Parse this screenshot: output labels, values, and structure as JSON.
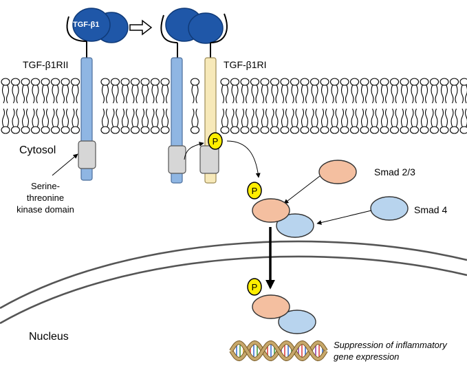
{
  "labels": {
    "ligand": "TGF-β1",
    "receptor_ii": "TGF-β1RII",
    "receptor_i": "TGF-β1RI",
    "cytosol": "Cytosol",
    "kinase_domain": "Serine-threonine kinase domain",
    "smad23": "Smad 2/3",
    "smad4": "Smad 4",
    "nucleus": "Nucleus",
    "outcome": "Suppression of inflammatory gene expression",
    "phospho": "P"
  },
  "colors": {
    "ligand": "#1f57a8",
    "receptor_ii": "#8fb6e3",
    "receptor_i": "#f7e9b9",
    "kinase": "#d6d6d6",
    "smad23": "#f4bfa0",
    "smad4": "#b8d4ee",
    "phospho": "#ffee00",
    "dna_strand": "#c7a86b"
  },
  "icons": {
    "ligand_binding_arrow": "open-arrow-right-icon",
    "phospho_marker": "phosphate-circle-icon",
    "dna": "dna-double-helix-icon"
  }
}
